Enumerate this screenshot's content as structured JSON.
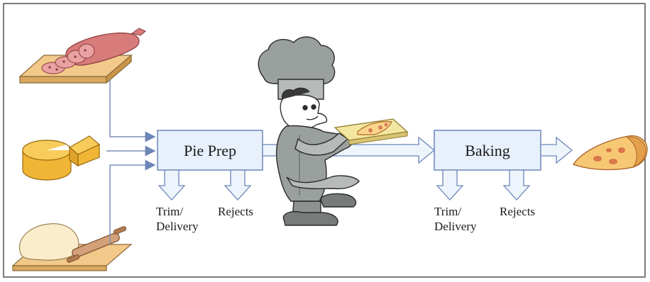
{
  "processes": [
    {
      "name": "Pie Prep",
      "outputs": [
        "Trim/",
        "Delivery",
        "Rejects"
      ]
    },
    {
      "name": "Baking",
      "outputs": [
        "Trim/",
        "Delivery",
        "Rejects"
      ]
    }
  ],
  "colors": {
    "frame": "#7c7c7c",
    "process_fill": "#e7f0fb",
    "process_stroke": "#6d86b8",
    "arrow_fill": "#eef4fc",
    "arrow_stroke": "#6d86b8",
    "flow_line": "#7a8fb5",
    "board": "#f2c98a",
    "cheese": "#f0b535",
    "salami": "#d87b7b",
    "dough": "#fbeccb",
    "chef_gray": "#9aa09d"
  },
  "icons": [
    "salami-icon",
    "cheese-icon",
    "dough-icon",
    "chef-icon",
    "pizza-slice-icon"
  ]
}
